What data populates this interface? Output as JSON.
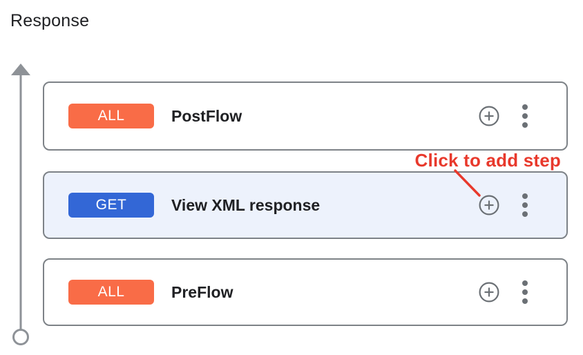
{
  "page": {
    "section_title": "Response"
  },
  "annotation": {
    "label": "Click to add step",
    "color": "#E8392C"
  },
  "flow": {
    "cards": [
      {
        "badge": "ALL",
        "badge_color": "#F96C47",
        "title": "PostFlow",
        "selected": false
      },
      {
        "badge": "GET",
        "badge_color": "#3367D6",
        "title": "View XML response",
        "selected": true
      },
      {
        "badge": "ALL",
        "badge_color": "#F96C47",
        "title": "PreFlow",
        "selected": false
      }
    ]
  },
  "colors": {
    "selected_card_bg": "#EDF2FC",
    "card_border": "#7D8287",
    "icon_gray": "#6B7075",
    "timeline_gray": "#8E9297"
  },
  "icons": {
    "add_step": "plus-in-circle",
    "card_menu": "kebab-vertical",
    "timeline": "up-arrow-with-terminal-circle"
  }
}
